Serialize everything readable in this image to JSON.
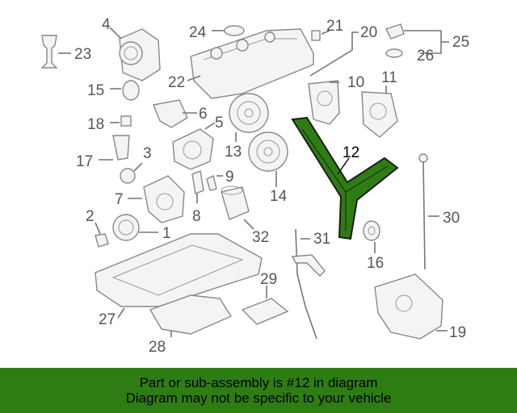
{
  "diagram": {
    "highlight_color": "#2e7d13",
    "highlighted_part": "12",
    "callouts": [
      "1",
      "2",
      "3",
      "4",
      "5",
      "6",
      "7",
      "8",
      "9",
      "10",
      "11",
      "12",
      "13",
      "14",
      "15",
      "16",
      "17",
      "18",
      "19",
      "20",
      "21",
      "22",
      "23",
      "24",
      "25",
      "26",
      "27",
      "28",
      "29",
      "30",
      "31",
      "32"
    ]
  },
  "banner": {
    "line1": "Part or sub-assembly is #12 in diagram",
    "line2": "Diagram may not be specific to your vehicle",
    "background": "#2e7d13"
  }
}
